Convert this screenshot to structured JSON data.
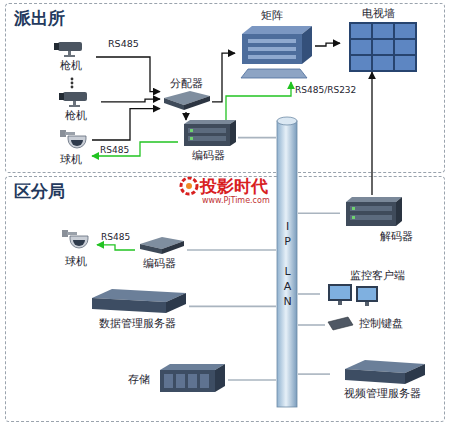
{
  "diagram": {
    "nodes": [
      {
        "text": [
          "派出所"
        ]
      },
      {
        "text": [
          "枪机"
        ],
        "in": 0
      },
      {
        "text": [
          "枪机"
        ],
        "in": 0
      },
      {
        "text": [
          "球机"
        ],
        "in": 0
      },
      {
        "text": [
          "分配器"
        ],
        "in": 0
      },
      {
        "text": [
          "编码器"
        ],
        "in": 0
      },
      {
        "text": [
          "矩阵"
        ],
        "in": 0
      },
      {
        "text": [
          "电视墙"
        ],
        "in": 0
      },
      {
        "text": [
          "区分局"
        ]
      },
      {
        "text": [
          "球机"
        ],
        "in": 8
      },
      {
        "text": [
          "编码器"
        ],
        "in": 8
      },
      {
        "text": [
          "解码器"
        ],
        "in": 8
      },
      {
        "text": [
          "数据管理服务器"
        ],
        "in": 8
      },
      {
        "text": [
          "监控客户端"
        ],
        "in": 8
      },
      {
        "text": [
          "控制键盘"
        ],
        "in": 8
      },
      {
        "text": [
          "存储"
        ],
        "in": 8
      },
      {
        "text": [
          "视频管理服务器"
        ],
        "in": 8
      },
      {
        "text": [
          "IP LAN"
        ]
      }
    ],
    "edges": [
      {
        "from": 1,
        "to": 4,
        "arrow": "to"
      },
      {
        "from": 2,
        "to": 4,
        "arrow": "to"
      },
      {
        "from": 3,
        "to": 4,
        "arrow": "to"
      },
      {
        "from": 4,
        "to": 6,
        "arrow": "to"
      },
      {
        "from": 4,
        "to": 5,
        "arrow": "to"
      },
      {
        "from": 5,
        "to": 3,
        "label": "RS485",
        "arrow": "to"
      },
      {
        "from": 5,
        "to": 6,
        "label": "RS485/RS232",
        "arrow": "to"
      },
      {
        "from": 6,
        "to": 7,
        "arrow": "to"
      },
      {
        "from": 5,
        "to": 17,
        "arrow": "none"
      },
      {
        "from": 11,
        "to": 7,
        "arrow": "to"
      },
      {
        "from": 17,
        "to": 11,
        "arrow": "none"
      },
      {
        "from": 10,
        "to": 9,
        "label": "RS485",
        "arrow": "to"
      },
      {
        "from": 10,
        "to": 17,
        "arrow": "none"
      },
      {
        "from": 12,
        "to": 17,
        "arrow": "none"
      },
      {
        "from": 15,
        "to": 17,
        "arrow": "none"
      },
      {
        "from": 13,
        "to": 17,
        "arrow": "none"
      },
      {
        "from": 14,
        "to": 17,
        "arrow": "none"
      },
      {
        "from": 16,
        "to": 17,
        "arrow": "none"
      }
    ],
    "labels": [
      "RS485",
      "投影时代",
      "www.PjTime.com"
    ]
  }
}
